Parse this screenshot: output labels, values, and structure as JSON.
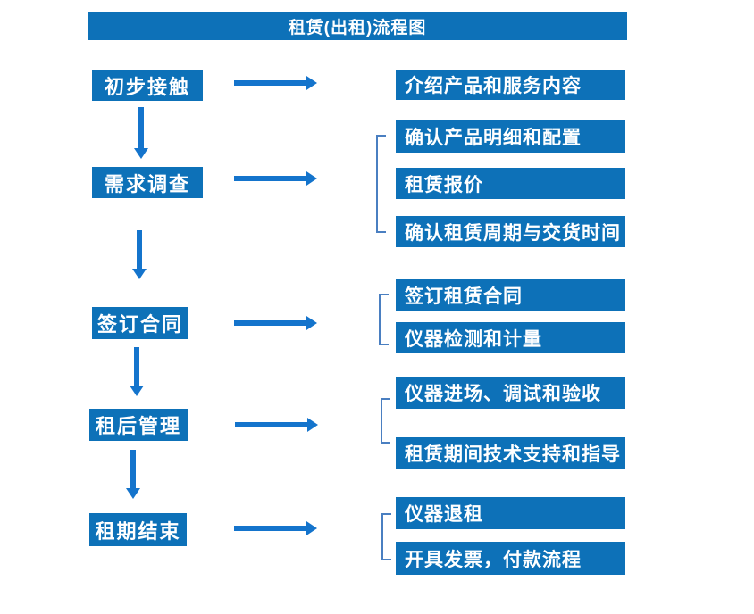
{
  "title": "租赁(出租)流程图",
  "colors": {
    "box_blue": "#0d71b8",
    "arrow_blue": "#1474cc",
    "bracket_blue": "#4a7fc1",
    "text_white": "#ffffff"
  },
  "steps": [
    {
      "label": "初步接触",
      "outputs": [
        "介绍产品和服务内容"
      ]
    },
    {
      "label": "需求调查",
      "outputs": [
        "确认产品明细和配置",
        "租赁报价",
        "确认租赁周期与交货时间"
      ]
    },
    {
      "label": "签订合同",
      "outputs": [
        "签订租赁合同",
        "仪器检测和计量"
      ]
    },
    {
      "label": "租后管理",
      "outputs": [
        "仪器进场、调试和验收",
        "租赁期间技术支持和指导"
      ]
    },
    {
      "label": "租期结束",
      "outputs": [
        "仪器退租",
        "开具发票，付款流程"
      ]
    }
  ]
}
